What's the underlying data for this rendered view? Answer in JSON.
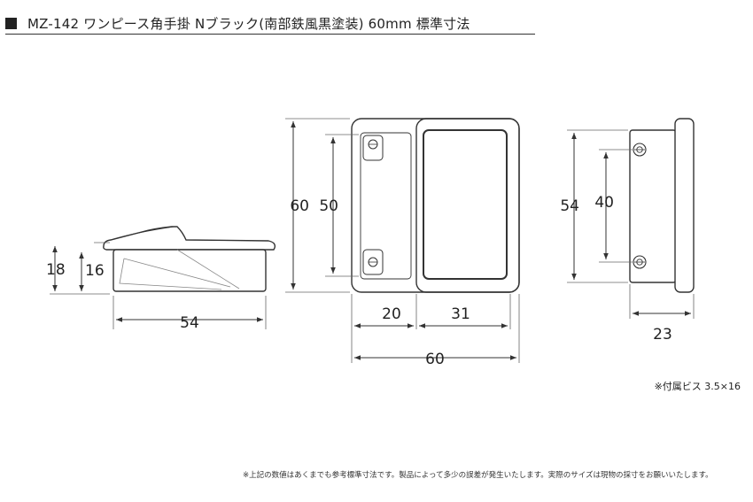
{
  "title": "MZ-142 ワンピース角手掛 Nブラック(南部鉄風黒塗装) 60mm 標準寸法",
  "dimensions": {
    "side_depth_outer": "18",
    "side_depth_inner": "16",
    "side_width": "54",
    "front_height_outer": "60",
    "front_height_inner": "50",
    "front_left_part": "20",
    "front_right_part": "31",
    "front_width": "60",
    "right_height_outer": "54",
    "right_hole_pitch": "40",
    "right_depth": "23"
  },
  "screw_note": "※付属ビス 3.5×16",
  "footnote": "※上記の数値はあくまでも参考標準寸法です。製品によって多少の誤差が発生いたします。実際のサイズは現物の採寸をお願いいたします。"
}
